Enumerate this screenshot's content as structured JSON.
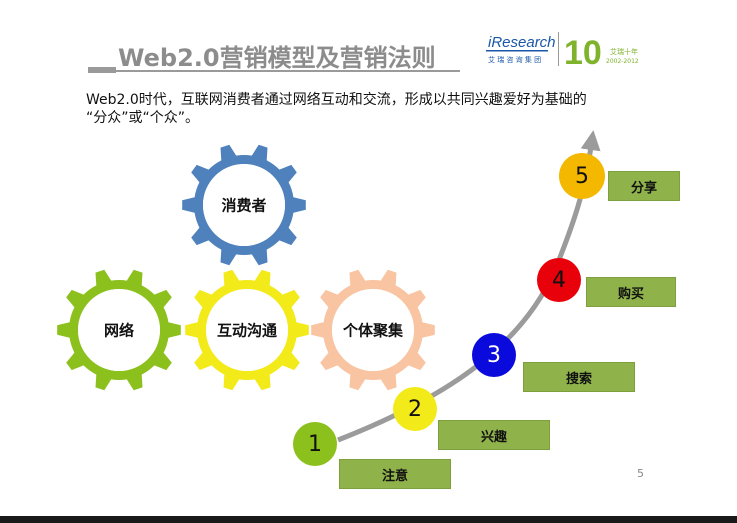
{
  "slide": {
    "title": "Web2.0营销模型及营销法则",
    "intro_line1": "Web2.0时代，互联网消费者通过网络互动和交流，形成以共同兴趣爱好为基础的",
    "intro_line2": "“分众”或“个众”。",
    "page_number": "5"
  },
  "logo": {
    "brand": "iResearch",
    "brand_sub": "艾 瑞 咨 询 集 团",
    "anniversary": "10",
    "anniversary_text": "艾瑞十年",
    "years": "2002-2012"
  },
  "gears": [
    {
      "label": "消费者",
      "color": "#4f81bd"
    },
    {
      "label": "网络",
      "color": "#8cc01c"
    },
    {
      "label": "互动沟通",
      "color": "#f3ea1a"
    },
    {
      "label": "个体聚集",
      "color": "#f8c4a2"
    }
  ],
  "steps": [
    {
      "number": "1",
      "label": "注意",
      "circle_color": "#8cc01c",
      "number_color": "#111111"
    },
    {
      "number": "2",
      "label": "兴趣",
      "circle_color": "#f3ea1a",
      "number_color": "#111111"
    },
    {
      "number": "3",
      "label": "搜索",
      "circle_color": "#0a0adc",
      "number_color": "#ffffff"
    },
    {
      "number": "4",
      "label": "购买",
      "circle_color": "#e8000b",
      "number_color": "#111111"
    },
    {
      "number": "5",
      "label": "分享",
      "circle_color": "#f5b800",
      "number_color": "#111111"
    }
  ],
  "colors": {
    "step_box": "#8fb34a",
    "arrow": "#9b9b9b",
    "title": "#8c8c8c"
  }
}
